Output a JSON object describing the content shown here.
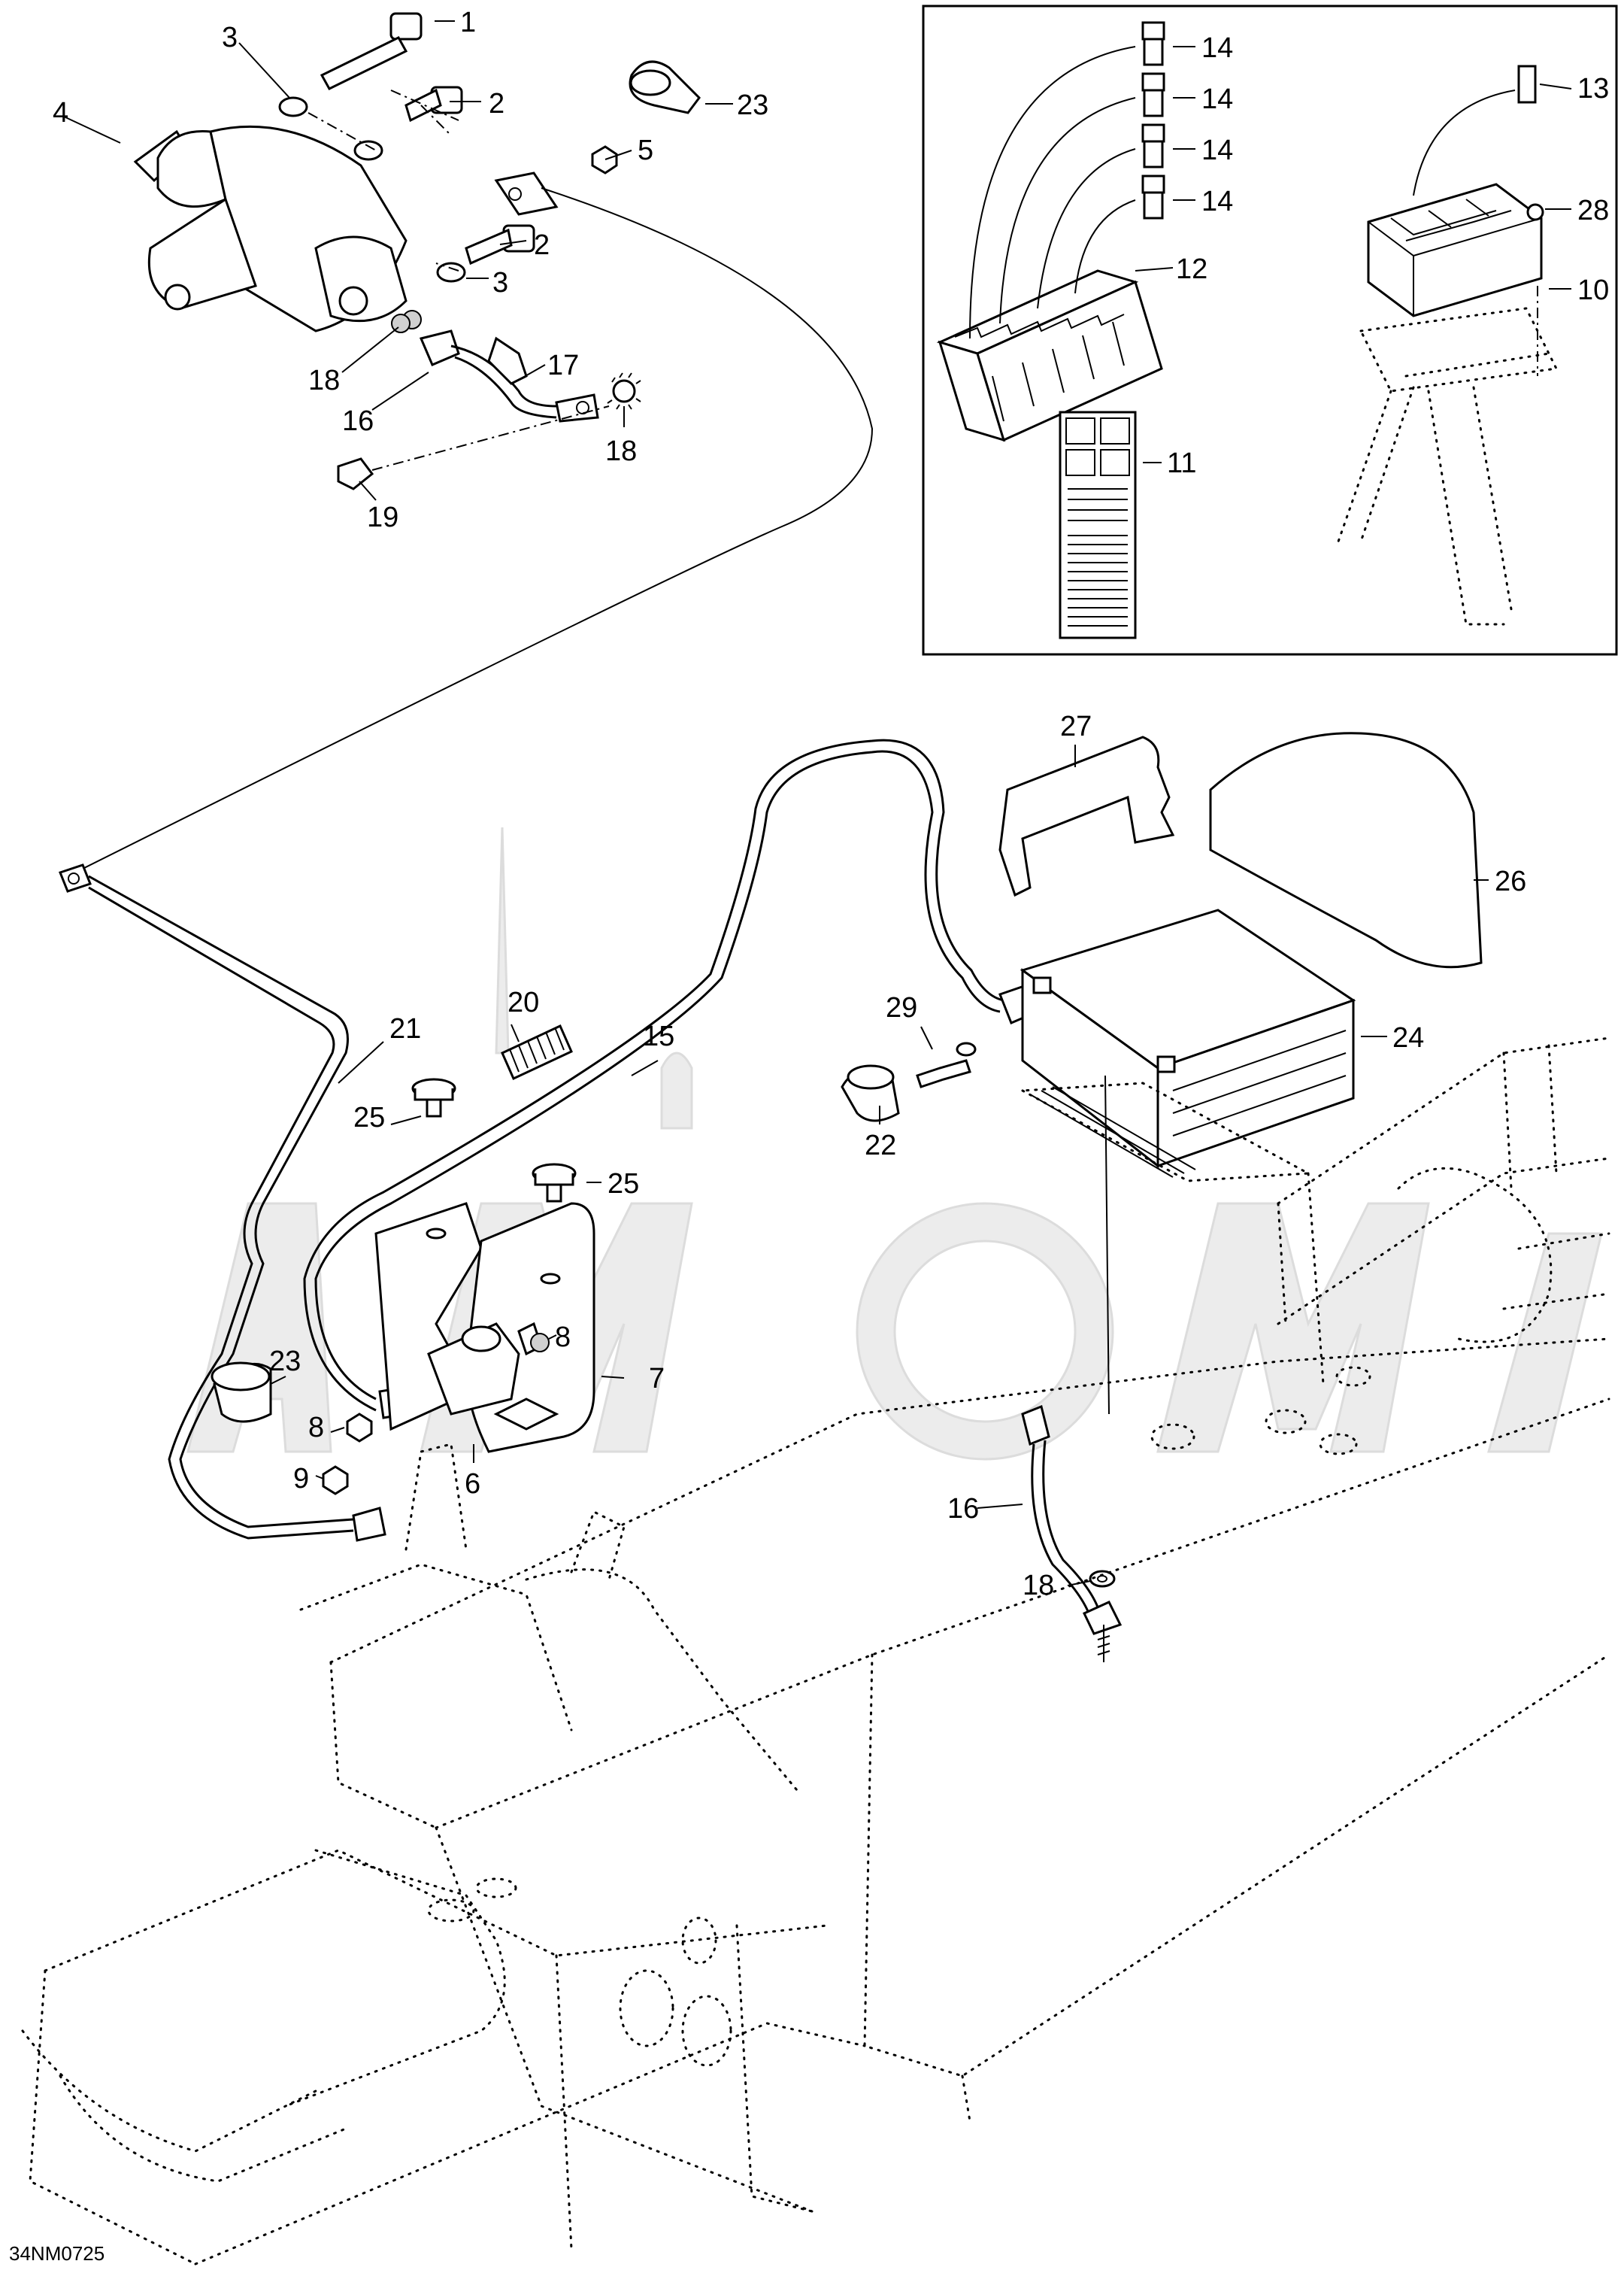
{
  "diagram_code": "34NM0725",
  "callouts": {
    "c1": "1",
    "c2a": "2",
    "c2b": "2",
    "c3a": "3",
    "c3b": "3",
    "c4": "4",
    "c5": "5",
    "c6": "6",
    "c7": "7",
    "c8a": "8",
    "c8b": "8",
    "c9": "9",
    "c10": "10",
    "c11": "11",
    "c12": "12",
    "c13": "13",
    "c14a": "14",
    "c14b": "14",
    "c14c": "14",
    "c14d": "14",
    "c15": "15",
    "c16a": "16",
    "c16b": "16",
    "c17": "17",
    "c18a": "18",
    "c18b": "18",
    "c18c": "18",
    "c19": "19",
    "c20": "20",
    "c21": "21",
    "c22": "22",
    "c23a": "23",
    "c23b": "23",
    "c24": "24",
    "c25a": "25",
    "c25b": "25",
    "c26": "26",
    "c27": "27",
    "c28": "28",
    "c29": "29"
  }
}
